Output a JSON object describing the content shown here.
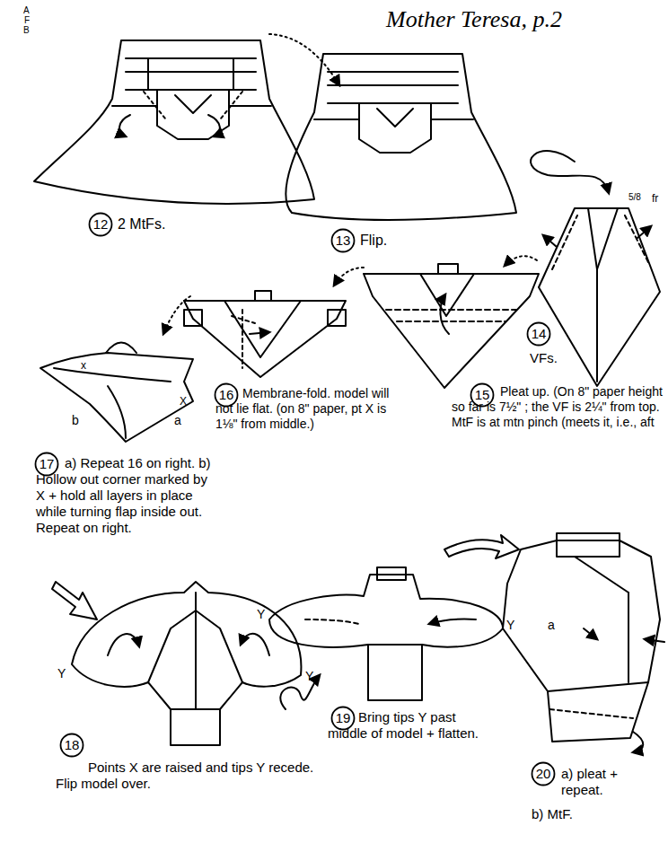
{
  "diagram": {
    "title": "Mother Teresa, p.2",
    "nodes": [
      {
        "text": [
          "12"
        ]
      },
      {
        "text": [
          "13"
        ]
      },
      {
        "text": [
          "14"
        ]
      },
      {
        "text": [
          "15"
        ]
      },
      {
        "text": [
          "16"
        ]
      },
      {
        "text": [
          "17"
        ]
      },
      {
        "text": [
          "18"
        ]
      },
      {
        "text": [
          "19"
        ]
      },
      {
        "text": [
          "20"
        ]
      }
    ],
    "labels": [
      "A",
      "F",
      "B",
      "2 MtFs.",
      "Flip.",
      "5/8",
      "fr",
      "VFs.",
      "Pleat up. (On 8\" paper height so far is 7½\" ; the VF is 2¼\" from top. MtF is at mtn pinch (meets it, i.e., aft",
      "Membrane-fold. model will not lie flat. (on 8\" paper, pt X is 1⅛\" from middle.)",
      "a) Repeat 16 on right. b) Hollow out corner marked by X + hold all layers in place while turning flap inside out. Repeat on right.",
      "x",
      "X",
      "a",
      "b",
      "Points X are raised and tips Y recede. Flip model over.",
      "Y",
      "Y",
      "Bring tips Y past middle of model + flatten.",
      "Y",
      "Y",
      "a) pleat + repeat.",
      "b) MtF.",
      "a"
    ]
  }
}
